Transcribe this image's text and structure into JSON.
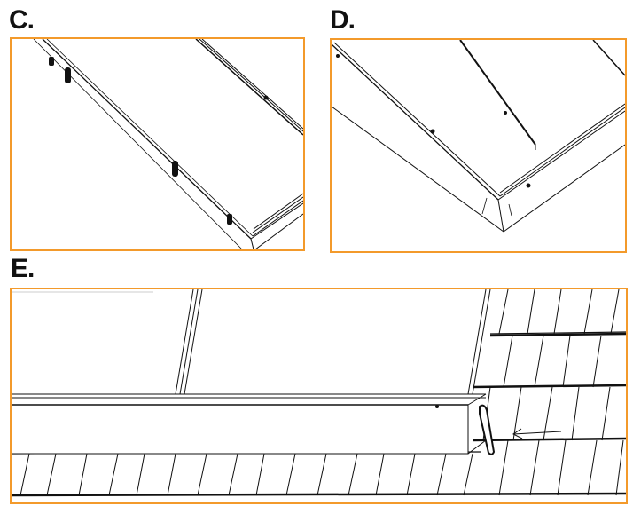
{
  "steps": [
    {
      "label": "C."
    },
    {
      "label": "D."
    },
    {
      "label": "E."
    }
  ],
  "colors": {
    "frame": "#f39a2b",
    "line": "#111111"
  }
}
